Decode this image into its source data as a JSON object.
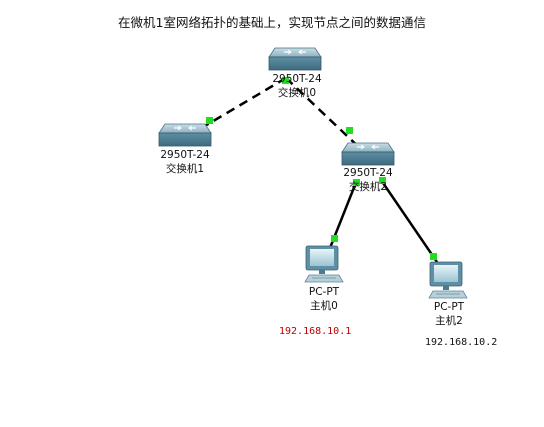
{
  "title": "在微机1室网络拓扑的基础上，实现节点之间的数据通信",
  "devices": {
    "switch0": {
      "model": "2950T-24",
      "name": "交换机0"
    },
    "switch1": {
      "model": "2950T-24",
      "name": "交换机1"
    },
    "switch2": {
      "model": "2950T-24",
      "name": "交换机2"
    },
    "pc0": {
      "model": "PC-PT",
      "name": "主机0",
      "ip": "192.168.10.1",
      "ip_color": "#c00000"
    },
    "pc2": {
      "model": "PC-PT",
      "name": "主机2",
      "ip": "192.168.10.2",
      "ip_color": "#111111"
    }
  },
  "links": [
    {
      "from": "switch0",
      "to": "switch1",
      "style": "dashed"
    },
    {
      "from": "switch0",
      "to": "switch2",
      "style": "dashed"
    },
    {
      "from": "switch2",
      "to": "pc0",
      "style": "solid"
    },
    {
      "from": "switch2",
      "to": "pc2",
      "style": "solid"
    }
  ],
  "colors": {
    "link_up": "#22dd22",
    "cable": "#000000"
  },
  "icons": {
    "switch": "switch-icon",
    "pc": "pc-icon"
  }
}
